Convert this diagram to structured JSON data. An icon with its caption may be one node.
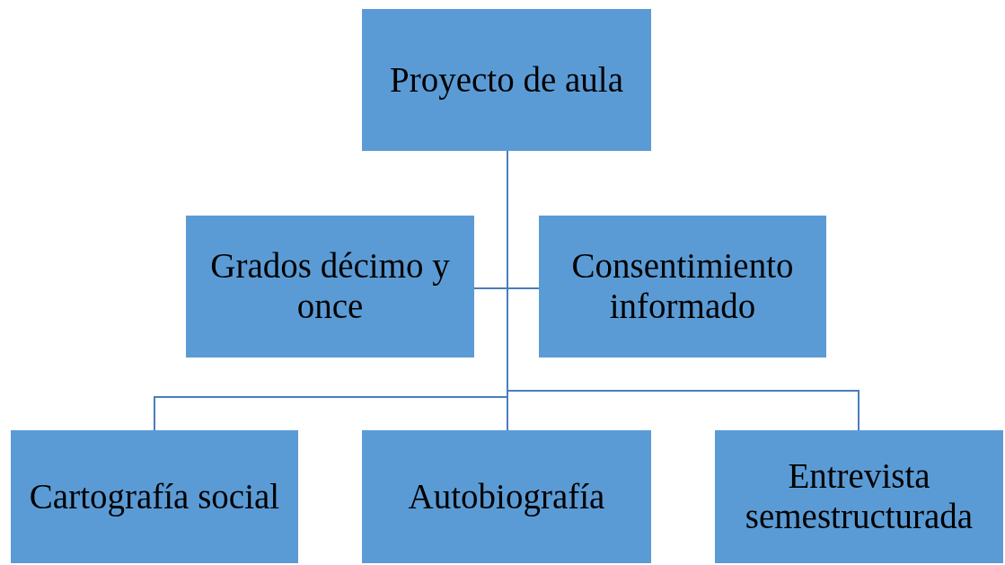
{
  "diagram": {
    "nodes": [
      {
        "text": [
          "Proyecto de aula"
        ]
      },
      {
        "text": [
          "Grados décimo y once"
        ]
      },
      {
        "text": [
          "Consentimiento informado"
        ]
      },
      {
        "text": [
          "Cartografía social"
        ]
      },
      {
        "text": [
          "Autobiografía"
        ]
      },
      {
        "text": [
          "Entrevista semestructurada"
        ]
      }
    ],
    "edges": [
      {
        "from": 0,
        "to": 1,
        "arrow": "none"
      },
      {
        "from": 0,
        "to": 2,
        "arrow": "none"
      },
      {
        "from": 0,
        "to": 3,
        "arrow": "none"
      },
      {
        "from": 0,
        "to": 4,
        "arrow": "none"
      },
      {
        "from": 0,
        "to": 5,
        "arrow": "none"
      }
    ]
  }
}
